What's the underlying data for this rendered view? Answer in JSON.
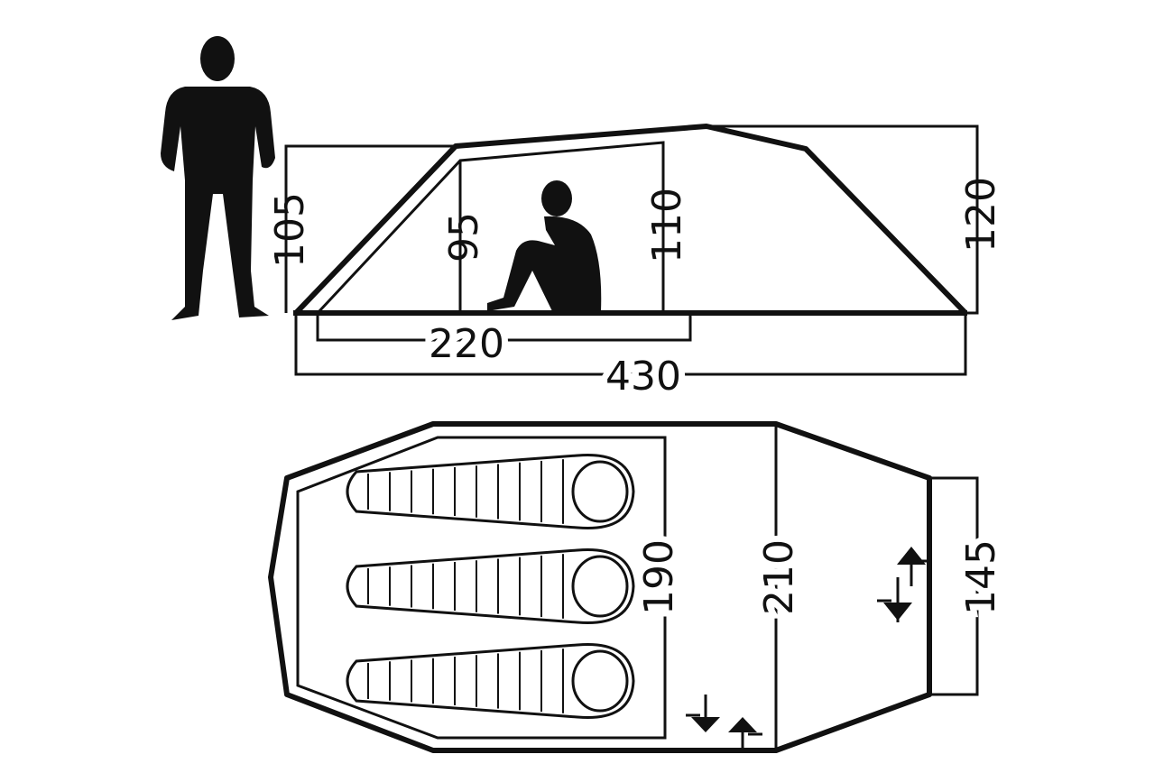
{
  "colors": {
    "ink": "#111111",
    "background": "#ffffff"
  },
  "side_view": {
    "dimensions": {
      "entrance_height": "105",
      "inner_low_height": "95",
      "inner_high_height": "110",
      "max_height": "120",
      "inner_length": "220",
      "total_length": "430"
    }
  },
  "top_view": {
    "dimensions": {
      "inner_width": "190",
      "outer_width": "210",
      "end_width": "145"
    }
  }
}
